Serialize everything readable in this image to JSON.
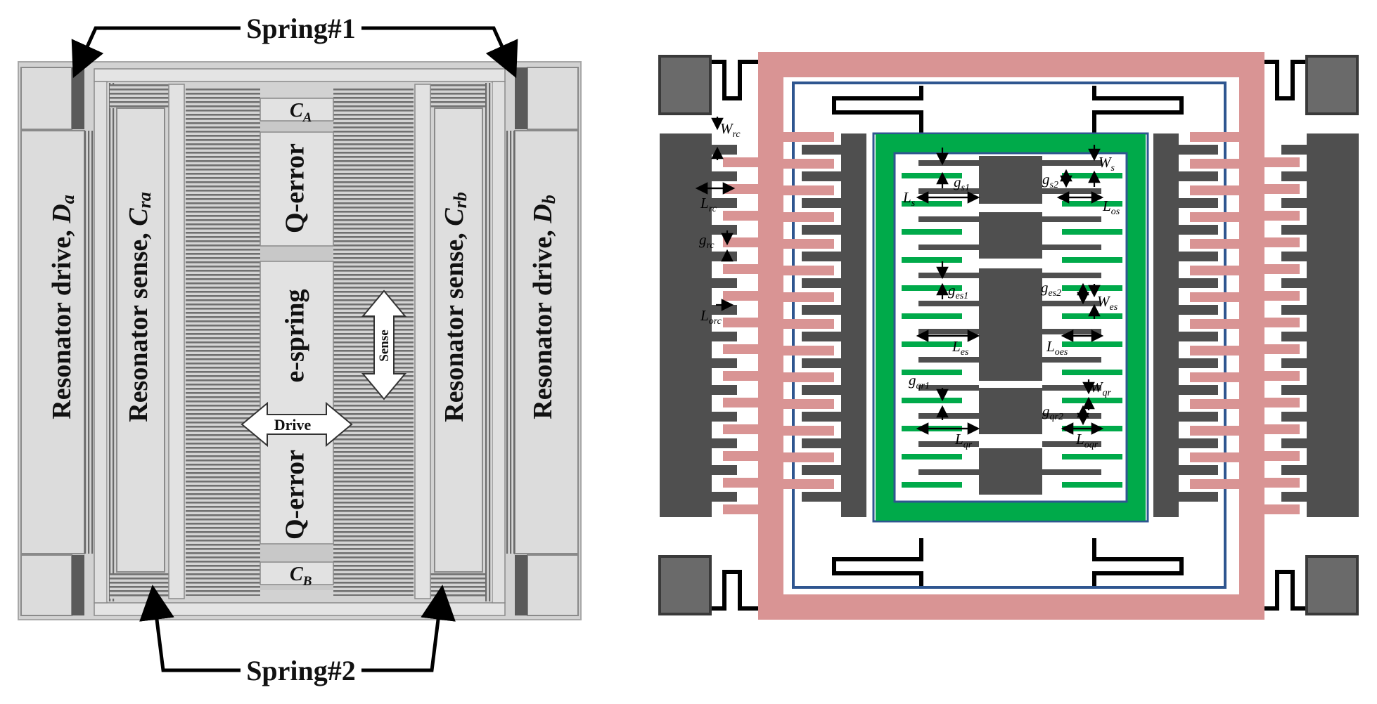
{
  "left_figure": {
    "spring1_label": "Spring#1",
    "spring2_label": "Spring#2",
    "drive_a_label": "Resonator drive, ",
    "drive_a_sym": "D",
    "drive_a_sub": "a",
    "sense_a_label": "Resonator sense, ",
    "sense_a_sym": "C",
    "sense_a_sub": "ra",
    "sense_b_label": "Resonator sense, ",
    "sense_b_sym": "C",
    "sense_b_sub": "rb",
    "drive_b_label": "Resonator drive, ",
    "drive_b_sym": "D",
    "drive_b_sub": "b",
    "qerror_top": "Q-error",
    "espring": "e-spring",
    "qerror_bottom": "Q-error",
    "ca_sym": "C",
    "ca_sub": "A",
    "cb_sym": "C",
    "cb_sub": "B",
    "drive_arrow": "Drive",
    "sense_arrow": "Sense"
  },
  "right_figure": {
    "dims": [
      {
        "sym": "W",
        "sub": "rc"
      },
      {
        "sym": "L",
        "sub": "rc"
      },
      {
        "sym": "g",
        "sub": "rc"
      },
      {
        "sym": "L",
        "sub": "orc"
      },
      {
        "sym": "g",
        "sub": "s1"
      },
      {
        "sym": "g",
        "sub": "s2"
      },
      {
        "sym": "W",
        "sub": "s"
      },
      {
        "sym": "L",
        "sub": "s"
      },
      {
        "sym": "L",
        "sub": "os"
      },
      {
        "sym": "g",
        "sub": "es1"
      },
      {
        "sym": "g",
        "sub": "es2"
      },
      {
        "sym": "W",
        "sub": "es"
      },
      {
        "sym": "L",
        "sub": "es"
      },
      {
        "sym": "L",
        "sub": "oes"
      },
      {
        "sym": "g",
        "sub": "qr1"
      },
      {
        "sym": "W",
        "sub": "qr"
      },
      {
        "sym": "g",
        "sub": "qr2"
      },
      {
        "sym": "L",
        "sub": "qr"
      },
      {
        "sym": "L",
        "sub": "oqr"
      }
    ]
  },
  "colors": {
    "pink": "#d99494",
    "dark": "#4f4f4f",
    "green": "#00aa4a",
    "blue": "#2f5690",
    "light": "#dcdcdc"
  }
}
